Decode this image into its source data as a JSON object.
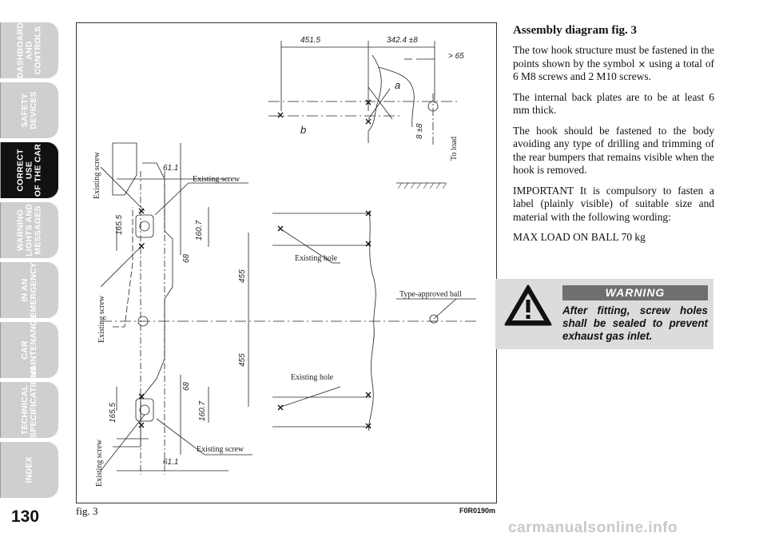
{
  "sidebar": {
    "tabs": [
      {
        "label": "DASHBOARD\nAND CONTROLS",
        "active": false
      },
      {
        "label": "SAFETY\nDEVICES",
        "active": false
      },
      {
        "label": "CORRECT USE\nOF THE CAR",
        "active": true
      },
      {
        "label": "WARNING\nLIGHTS AND\nMESSAGES",
        "active": false
      },
      {
        "label": "IN AN\nEMERGENCY",
        "active": false
      },
      {
        "label": "CAR\nMAINTENANCE",
        "active": false
      },
      {
        "label": "TECHNICAL\nSPECIFICATIONS",
        "active": false
      },
      {
        "label": "INDEX",
        "active": false
      }
    ],
    "page_number": "130"
  },
  "figure": {
    "caption": "fig. 3",
    "code": "F0R0190m",
    "labels": {
      "existing_screw": "Existing screw",
      "existing_hole": "Existing hole",
      "type_approved_ball": "Type-approved   ball",
      "to_load": "To load",
      "letter_a": "a",
      "letter_b": "b"
    },
    "dimensions": {
      "d1": "451.5",
      "d2": "342.4 ±8",
      "d3": "> 65",
      "d4": "61.1",
      "d5": "165.5",
      "d6": "160.7",
      "d7": "68",
      "d8": "455",
      "d9": "8 ±8"
    }
  },
  "content": {
    "heading": "Assembly diagram fig. 3",
    "p1_a": "The tow hook structure must be fastened in the points shown by the symbol",
    "p1_b": "using a total of 6 M8 screws and 2 M10 screws.",
    "p2": "The internal back plates are to be at least 6 mm thick.",
    "p3": "The hook should be fastened to the body avoiding any type of drilling and trimming of the rear bumpers that remains visible when the hook is removed.",
    "p4": "IMPORTANT It is compulsory to fasten a label (plainly visible) of suitable size and material with the following wording:",
    "p5": "MAX LOAD ON BALL 70 kg"
  },
  "warning": {
    "title": "WARNING",
    "text": "After fitting, screw holes shall be sealed to prevent exhaust gas inlet."
  },
  "watermark": "carmanualsonline.info"
}
